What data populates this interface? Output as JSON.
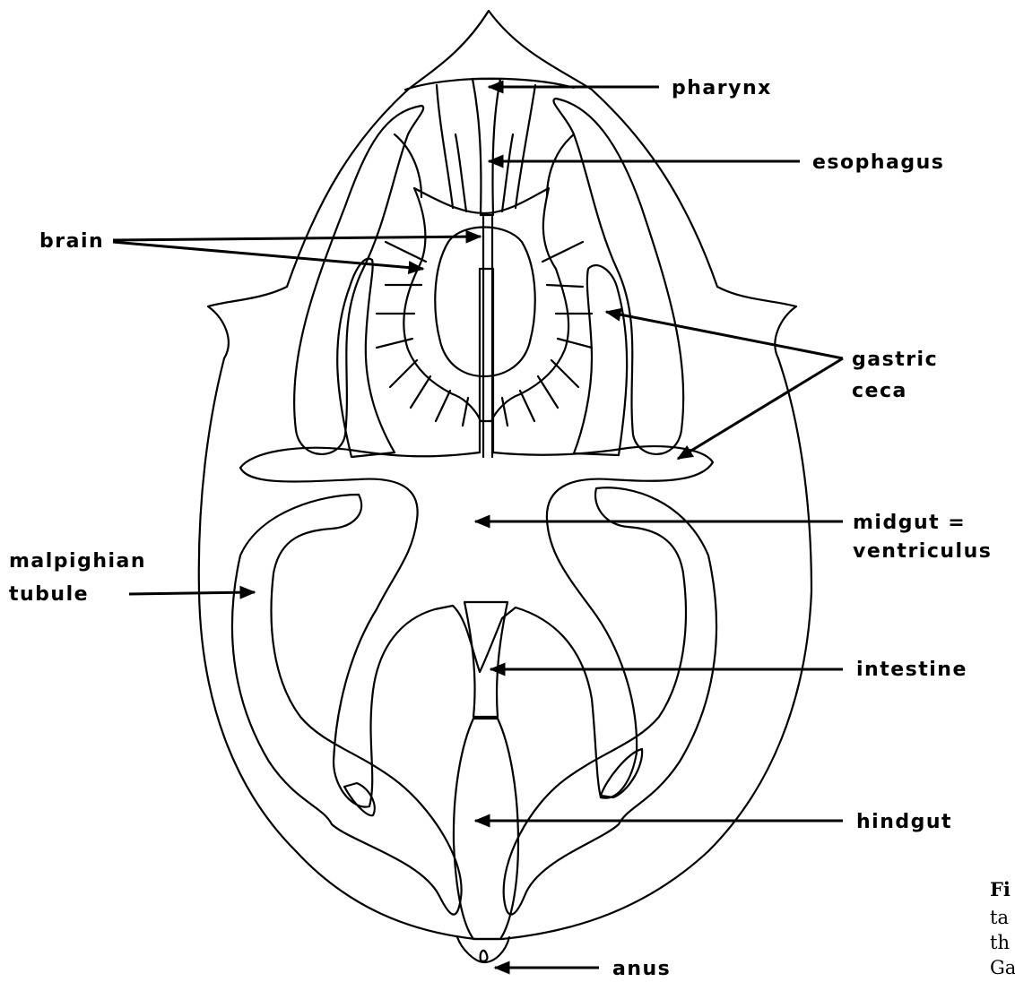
{
  "labels": {
    "pharynx": "pharynx",
    "esophagus": "esophagus",
    "brain": "brain",
    "gastric_ceca_1": "gastric",
    "gastric_ceca_2": "ceca",
    "midgut_1": "midgut =",
    "midgut_2": "ventriculus",
    "malpighian_1": "malpighian",
    "malpighian_2": "tubule",
    "intestine": "intestine",
    "hindgut": "hindgut",
    "anus": "anus"
  },
  "caption_fragment": {
    "line1": "Fi",
    "line2": "ta",
    "line3": "th",
    "line4": "Ga"
  },
  "colors": {
    "ink": "#000000",
    "background": "#ffffff"
  }
}
